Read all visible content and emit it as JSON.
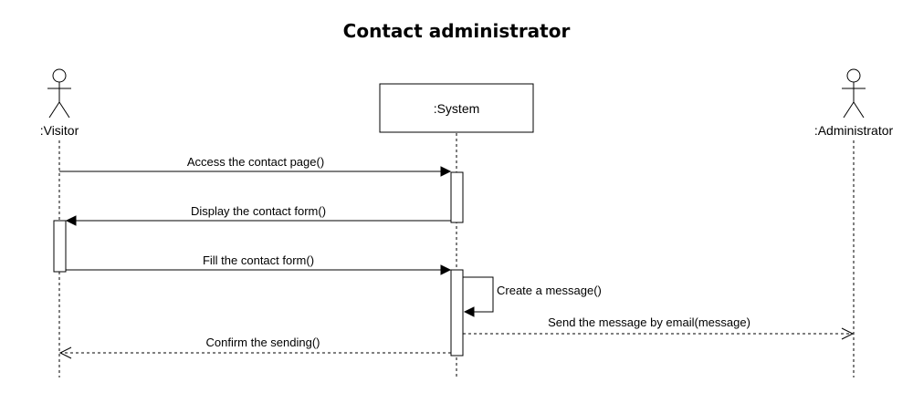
{
  "diagram": {
    "title": "Contact administrator",
    "participants": [
      {
        "id": "visitor",
        "label": ":Visitor",
        "kind": "actor"
      },
      {
        "id": "system",
        "label": ":System",
        "kind": "object"
      },
      {
        "id": "administrator",
        "label": ":Administrator",
        "kind": "actor"
      }
    ],
    "messages": [
      {
        "from": "visitor",
        "to": "system",
        "label": "Access the contact page()",
        "style": "synchronous"
      },
      {
        "from": "system",
        "to": "visitor",
        "label": "Display the contact form()",
        "style": "synchronous"
      },
      {
        "from": "visitor",
        "to": "system",
        "label": "Fill the contact form()",
        "style": "synchronous"
      },
      {
        "from": "system",
        "to": "system",
        "label": "Create a message()",
        "style": "self"
      },
      {
        "from": "system",
        "to": "administrator",
        "label": "Send the message by email(message)",
        "style": "asynchronous-return"
      },
      {
        "from": "system",
        "to": "visitor",
        "label": "Confirm the sending()",
        "style": "return"
      }
    ]
  }
}
